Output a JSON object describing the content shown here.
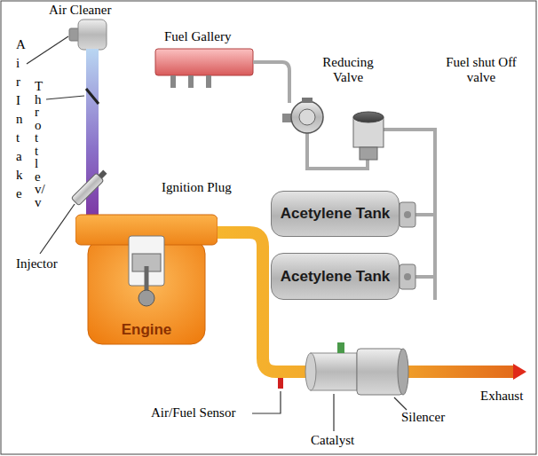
{
  "diagram": {
    "nodes": [
      {
        "text": [
          "Acetylene Tank"
        ]
      },
      {
        "text": [
          "Acetylene Tank"
        ]
      },
      {
        "text": [
          "Engine"
        ]
      }
    ],
    "labels": [
      "Air Cleaner",
      "Air Intake",
      "Throttle v/v",
      "Fuel Gallery",
      "Reducing Valve",
      "Fuel shut Off valve",
      "Ignition Plug",
      "Injector",
      "Air/Fuel Sensor",
      "Catalyst",
      "Silencer",
      "Exhaust"
    ]
  }
}
